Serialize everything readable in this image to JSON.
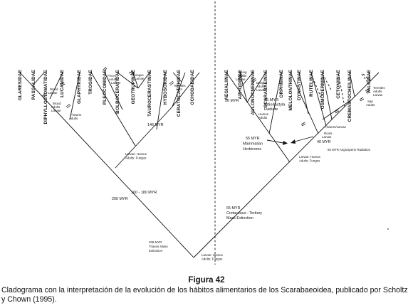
{
  "diagram": {
    "taxa_left": [
      "GLARESIDAE",
      "PASSALIDAE",
      "DIPHYLLOSTOMATIDAE",
      "LUCANIDAE",
      "GLAPHYRIDAE",
      "TROGIDAE",
      "PLEOCOMIDAE",
      "BOLBOCERATIDAE",
      "GEOTRUPINAE",
      "TAUROCERASTINAE",
      "HYBOSORIDAE",
      "CERATOCANTHIDAE",
      "OCHODAEIDAE"
    ],
    "taxa_right": [
      "AEGIALIINAE",
      "APHODIINAE",
      "AULONOCNEMINAE",
      "SCARABAEINAE",
      "ORPHNINAE",
      "MELOLONTHINAE",
      "DYNASTINAE",
      "RUTELINAE",
      "OSMODERMINAE",
      "CETONIINAE",
      "CREMASTOCHEILINAE",
      "VALGINAE"
    ],
    "annotations": {
      "wood_larvae_top": [
        "Wood",
        "Larvae"
      ],
      "wood_adults_larvae": [
        "Wood",
        "Adults",
        "Larvae"
      ],
      "flowers_adults": [
        "Flowers",
        "Adults"
      ],
      "feces_adults_larvae": [
        "Feces",
        "Adults",
        "Larvae"
      ],
      "fungus_larvae": [
        "Fungus",
        "Larvae"
      ],
      "termites_ants": [
        "Termites",
        "Ants"
      ],
      "myr_146": "146 MYR",
      "larvae_humus_adults_fungus_left": [
        "Larvae: Humus",
        "Adults: Fungus"
      ],
      "myr_160_180": "160 - 180 MYR",
      "myr_200": "200 MYR",
      "root_block": [
        "206 MYR",
        "Triassic Mass",
        "Extinction"
      ],
      "root_larvae": [
        "Larvae: Humus",
        "Adults: Fungus"
      ],
      "dung_adults_larvae_1": [
        "Dung",
        "Adults",
        "Larvae"
      ],
      "myr_50": "50 MYR",
      "dung_adults_larvae_2": [
        "Dung",
        "Adults",
        "Larvae"
      ],
      "myr_35_block": [
        "35 MYR",
        "Artiodactyla",
        "Radiate"
      ],
      "humus_adults": [
        "Humus",
        "Adults"
      ],
      "mammalian_herbivores": [
        "55 MYR",
        "Mammalian",
        "Herbivores"
      ],
      "flowers_larvae": "Flowers/Larvae",
      "roots_larvae": [
        "Roots",
        "Larvae"
      ],
      "myr_40": "40 MYR",
      "angiosperm": "50 MYR Angiosperm Radiation",
      "larvae_humus_adults_fungus_right": [
        "Larvae: Humus",
        "Adults: Fungus"
      ],
      "termites_adults_larvae": [
        "Termites",
        "Adults",
        "Larvae"
      ],
      "sap_adults": [
        "Sap",
        "Adults"
      ],
      "kt_block": [
        "65 MYR",
        "Cretaceous - Tertiary",
        "Mass Extinction"
      ]
    }
  },
  "caption": {
    "figure_number": "Figura 42",
    "text": "Cladograma con la interpretación de la evolución de los hábitos alimentarios de los Scarabaeoidea, publicado por Scholtz y Chown (1995)."
  }
}
